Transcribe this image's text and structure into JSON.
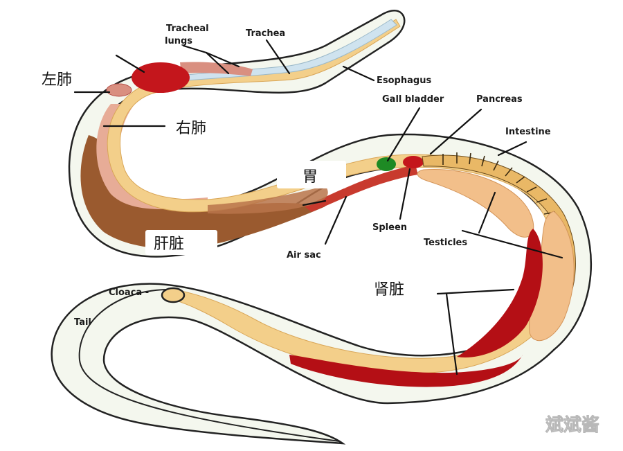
{
  "labels": {
    "trachea": "Trachea",
    "tracheal_lungs": "Tracheal",
    "tracheal_lungs_2": "lungs",
    "esophagus": "Esophagus",
    "gall_bladder": "Gall bladder",
    "pancreas": "Pancreas",
    "intestine": "Intestine",
    "spleen": "Spleen",
    "testicles": "Testicles",
    "air_sac": "Air sac",
    "cloaca": "Cloaca -",
    "tail": "Tail"
  },
  "labels_zh": {
    "left_lung": "左肺",
    "right_lung": "右肺",
    "stomach": "胃",
    "liver": "肝脏",
    "kidney": "肾脏"
  },
  "watermark": "斌斌酱",
  "colors": {
    "outline": "#222222",
    "body_fill": "#f4f7ee",
    "gut_fill": "#f3cf8a",
    "gut_dark": "#e9b866",
    "liver": "#9a5a2f",
    "lung": "#c4161c",
    "lung_pink": "#d98f80",
    "trachea": "#cfe3ef",
    "stomach": "#c83a2e",
    "gall_bladder": "#1e8a24",
    "pancreas": "#d98b55",
    "testicles": "#f2bf8a",
    "kidney": "#b40f15"
  }
}
